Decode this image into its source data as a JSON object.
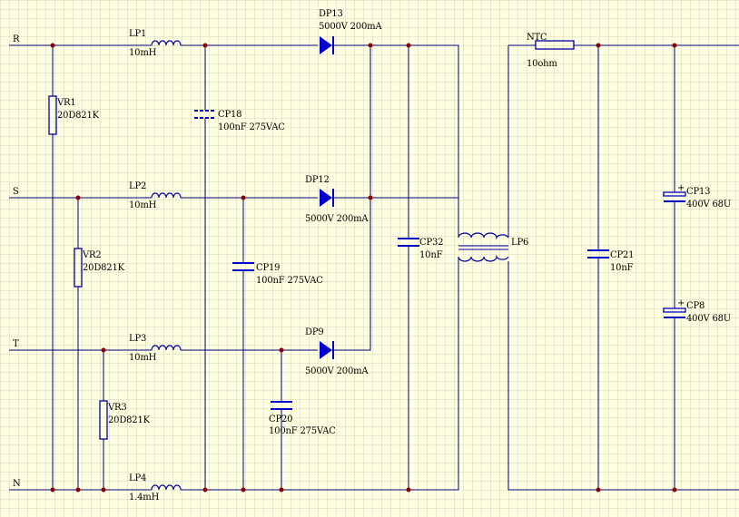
{
  "colors": {
    "background": "#ffffe1",
    "grid": "#c8c8b4",
    "wire": "#000080",
    "component": "#0000c8",
    "junction": "#8b0000"
  },
  "nets": {
    "R": "R",
    "S": "S",
    "T": "T",
    "N": "N"
  },
  "components": {
    "LP1": {
      "ref": "LP1",
      "value": "10mH"
    },
    "LP2": {
      "ref": "LP2",
      "value": "10mH"
    },
    "LP3": {
      "ref": "LP3",
      "value": "10mH"
    },
    "LP4": {
      "ref": "LP4",
      "value": "1.4mH"
    },
    "VR1": {
      "ref": "VR1",
      "value": "20D821K"
    },
    "VR2": {
      "ref": "VR2",
      "value": "20D821K"
    },
    "VR3": {
      "ref": "VR3",
      "value": "20D821K"
    },
    "DP13": {
      "ref": "DP13",
      "value": "5000V 200mA"
    },
    "DP12": {
      "ref": "DP12",
      "value": "5000V 200mA"
    },
    "DP9": {
      "ref": "DP9",
      "value": "5000V 200mA"
    },
    "CP18": {
      "ref": "CP18",
      "value": "100nF 275VAC"
    },
    "CP19": {
      "ref": "CP19",
      "value": "100nF 275VAC"
    },
    "CP20": {
      "ref": "CP20",
      "value": "100nF 275VAC"
    },
    "CP32": {
      "ref": "CP32",
      "value": "10nF"
    },
    "CP21": {
      "ref": "CP21",
      "value": "10nF"
    },
    "LP6": {
      "ref": "LP6"
    },
    "NTC": {
      "ref": "NTC",
      "value": "10ohm"
    },
    "CP13": {
      "ref": "CP13",
      "value": "400V 68U",
      "polarity": "+"
    },
    "CP8": {
      "ref": "CP8",
      "value": "400V 68U",
      "polarity": "+"
    }
  }
}
